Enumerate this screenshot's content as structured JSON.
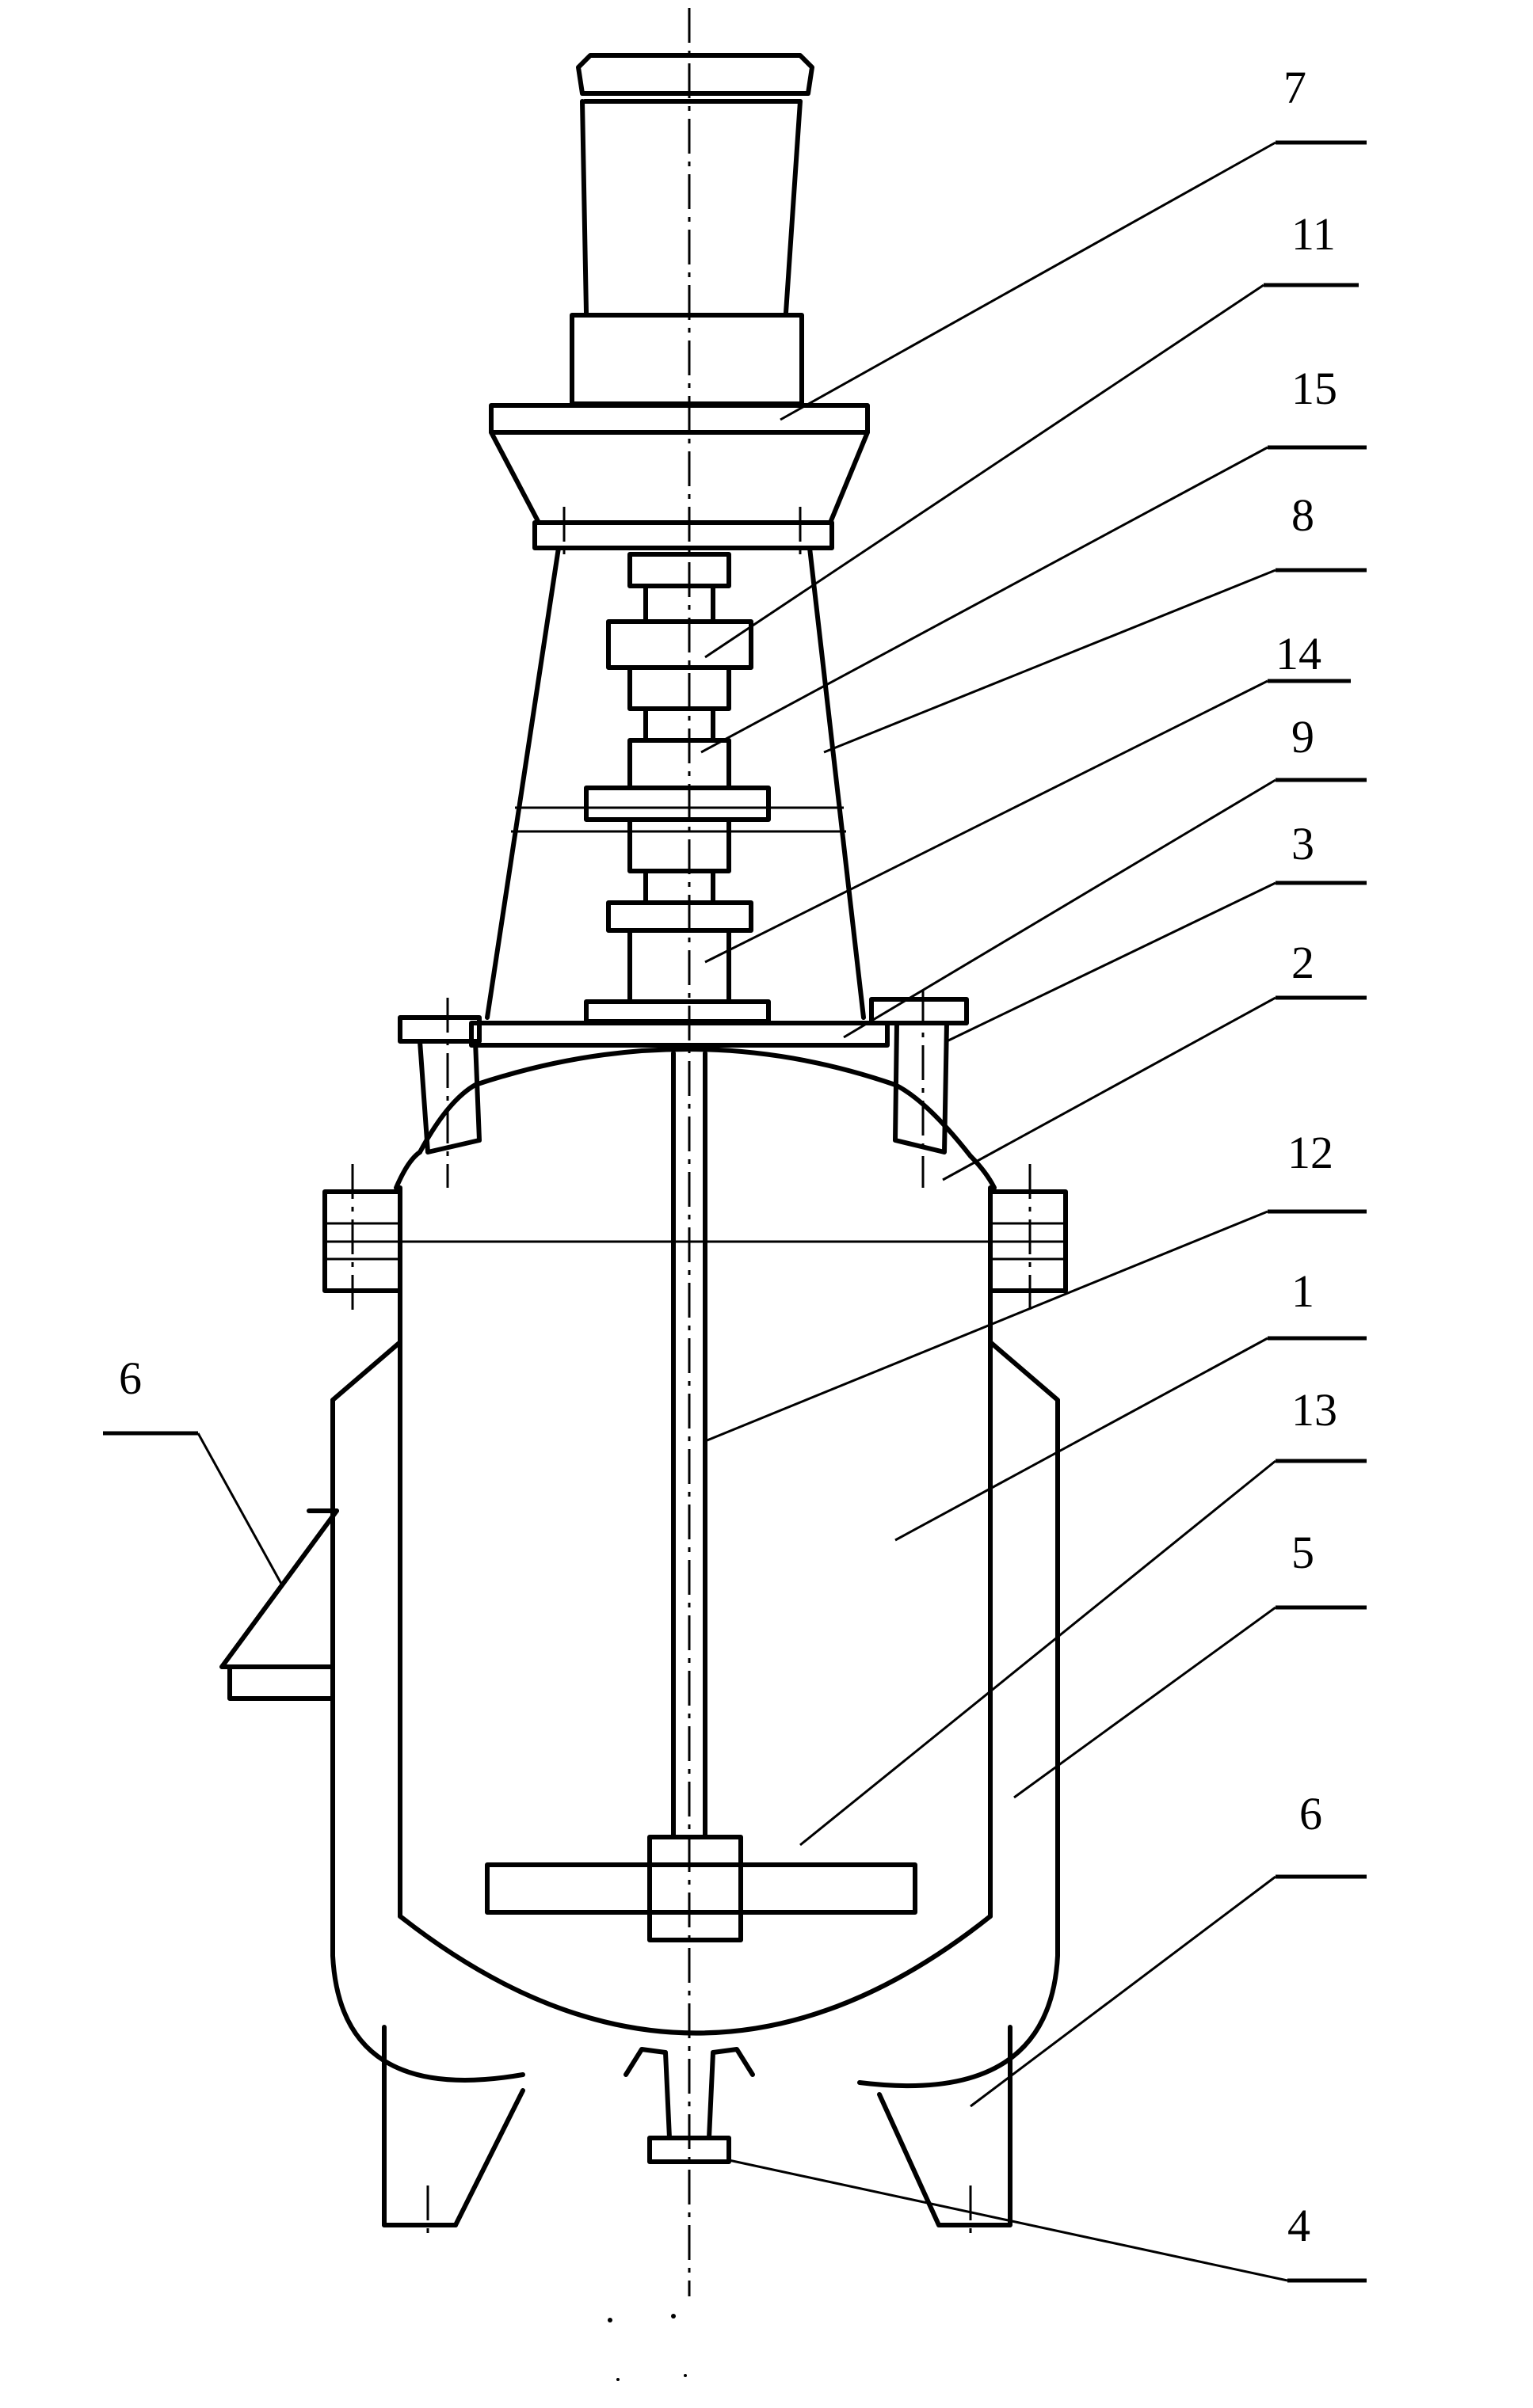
{
  "labels": {
    "l7": "7",
    "l11": "11",
    "l15": "15",
    "l8": "8",
    "l14": "14",
    "l9": "9",
    "l3": "3",
    "l2": "2",
    "l12": "12",
    "l1": "1",
    "l13": "13",
    "l5": "5",
    "l6_right": "6",
    "l6_left": "6",
    "l4": "4"
  }
}
